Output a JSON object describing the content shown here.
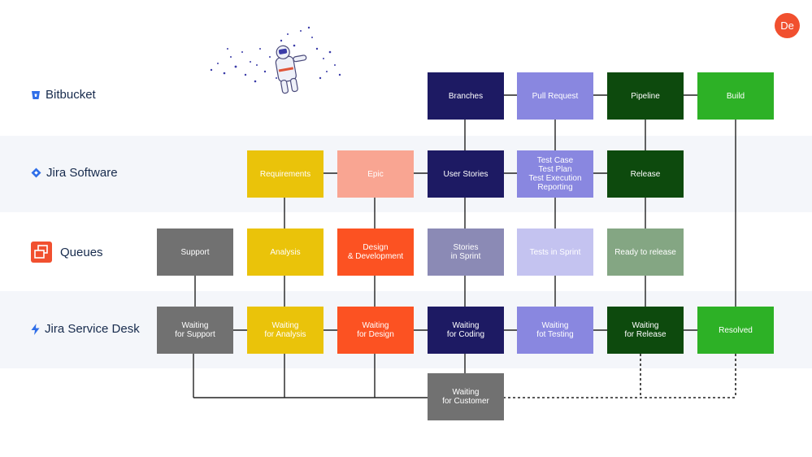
{
  "rows": {
    "bitbucket": {
      "label": "Bitbucket",
      "icon": "bitbucket-icon"
    },
    "jira_software": {
      "label": "Jira Software",
      "icon": "jira-software-icon"
    },
    "queues": {
      "label": "Queues",
      "icon": "queues-icon"
    },
    "service_desk": {
      "label": "Jira Service Desk",
      "icon": "lightning-icon"
    }
  },
  "boxes": {
    "branches": {
      "label": "Branches",
      "color": "#1d1a63"
    },
    "pull_request": {
      "label": "Pull Request",
      "color": "#8987e0"
    },
    "pipeline": {
      "label": "Pipeline",
      "color": "#0d4a0d"
    },
    "build": {
      "label": "Build",
      "color": "#2db126"
    },
    "requirements": {
      "label": "Requirements",
      "color": "#eac30a"
    },
    "epic": {
      "label": "Epic",
      "color": "#f9a592"
    },
    "user_stories": {
      "label": "User Stories",
      "color": "#1d1a63"
    },
    "test_case": {
      "label": "Test Case\nTest Plan\nTest Execution\nReporting",
      "color": "#8987e0"
    },
    "release": {
      "label": "Release",
      "color": "#0d4a0d"
    },
    "support": {
      "label": "Support",
      "color": "#717171"
    },
    "analysis": {
      "label": "Analysis",
      "color": "#eac30a"
    },
    "design_dev": {
      "label": "Design\n& Development",
      "color": "#fc5222"
    },
    "stories_sprint": {
      "label": "Stories\nin Sprint",
      "color": "#8b8ab5"
    },
    "tests_sprint": {
      "label": "Tests in Sprint",
      "color": "#c4c3f0"
    },
    "ready_release": {
      "label": "Ready to release",
      "color": "#84a683"
    },
    "wait_support": {
      "label": "Waiting\nfor Support",
      "color": "#717171"
    },
    "wait_analysis": {
      "label": "Waiting\nfor Analysis",
      "color": "#eac30a"
    },
    "wait_design": {
      "label": "Waiting\nfor Design",
      "color": "#fc5222"
    },
    "wait_coding": {
      "label": "Waiting\nfor Coding",
      "color": "#1d1a63"
    },
    "wait_testing": {
      "label": "Waiting\nfot Testing",
      "color": "#8987e0"
    },
    "wait_release": {
      "label": "Waiting\nfor Release",
      "color": "#0d4a0d"
    },
    "resolved": {
      "label": "Resolved",
      "color": "#2db126"
    },
    "wait_customer": {
      "label": "Waiting\nfor Customer",
      "color": "#717171"
    }
  },
  "logo": {
    "text": "De"
  },
  "colors": {
    "band": "#f4f6fa",
    "line": "#222222",
    "label_text": "#172b4d",
    "icon_blue": "#2f6ee8",
    "logo": "#f1502f"
  }
}
